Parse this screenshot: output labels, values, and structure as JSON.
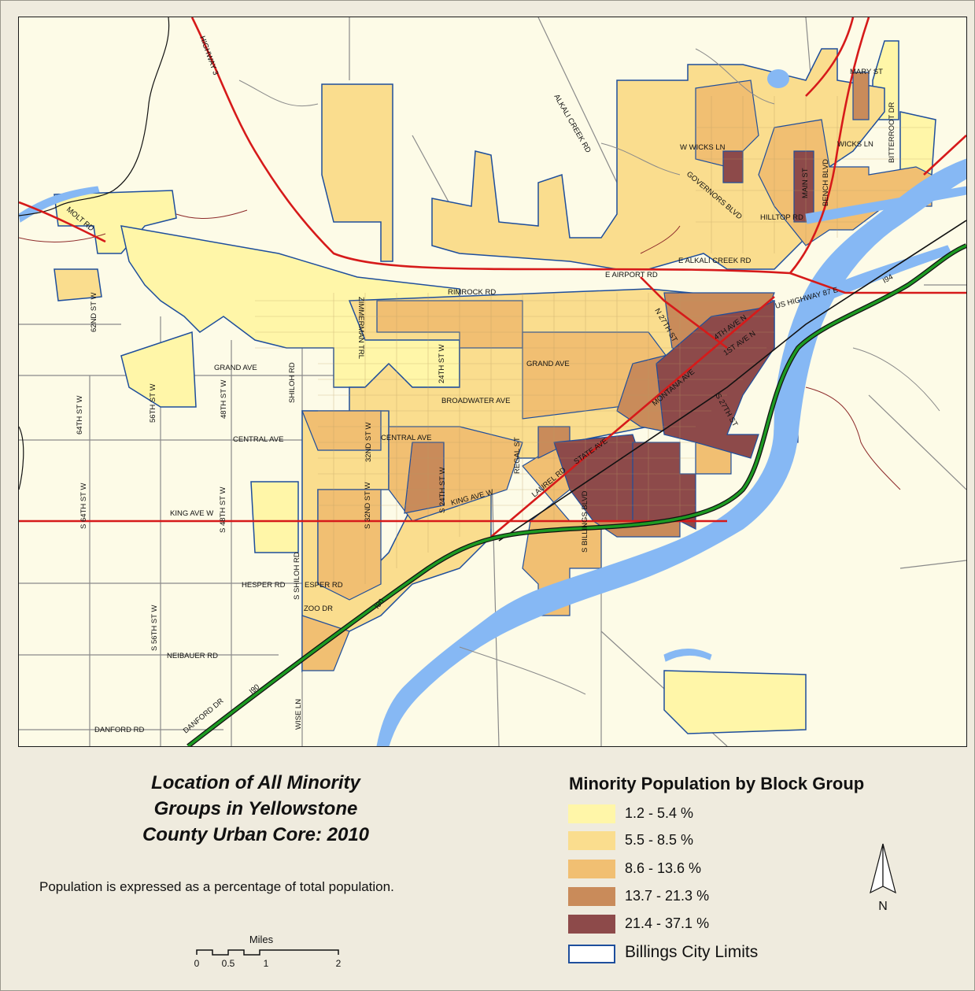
{
  "map": {
    "title_lines": [
      "Location of All Minority",
      "Groups in Yellowstone",
      "County Urban Core: 2010"
    ],
    "note": "Population is expressed as a percentage of total population.",
    "road_labels": {
      "highway3": "HIGHWAY 3",
      "alkali_creek": "ALKALI CREEK RD",
      "molt": "MOLT RD",
      "mary": "MARY ST",
      "w_wicks": "W WICKS LN",
      "wicks": "WICKS LN",
      "bitterroot": "BITTERROOT DR",
      "governors": "GOVERNORS BLVD",
      "main": "MAIN ST",
      "bench": "BENCH BLVD",
      "hilltop": "HILLTOP RD",
      "e_alkali": "E ALKALI CREEK RD",
      "e_airport": "E AIRPORT RD",
      "rimrock": "RIMROCK RD",
      "us87": "US HIGHWAY 87 E",
      "i94": "I94",
      "n27": "N 27TH ST",
      "fourth_ave": "4TH AVE N",
      "first_ave": "1ST AVE N",
      "zimmerman": "ZIMMERMAN TRL",
      "st62w": "62ND ST W",
      "grand_w": "GRAND AVE",
      "grand_e": "GRAND AVE",
      "shiloh": "SHILOH RD",
      "st24w": "24TH ST W",
      "broadwater": "BROADWATER AVE",
      "montana": "MONTANA AVE",
      "st64w": "64TH ST W",
      "st56w": "56TH ST W",
      "st48w": "48TH ST W",
      "central_w": "CENTRAL AVE",
      "central_e": "CENTRAL AVE",
      "st32w": "32ND ST W",
      "s27": "S 27TH ST",
      "regal": "REGAL ST",
      "state": "STATE AVE",
      "laurel": "LAUREL RD",
      "s64w": "S 64TH ST W",
      "s48w": "S 48TH ST W",
      "king_w": "KING AVE W",
      "s32w": "S 32ND ST W",
      "s24w": "S 24TH ST W",
      "king_e": "KING AVE W",
      "s_billings": "S BILLINGS BLVD",
      "hesper": "HESPER RD",
      "s_shiloh": "S SHILOH RD",
      "esper": "ESPER RD",
      "i90a": "I90",
      "zoo": "ZOO DR",
      "s56w": "S 56TH ST W",
      "neibauer": "NEIBAUER RD",
      "i90b": "I90",
      "danford": "DANFORD DR",
      "wise": "WISE LN",
      "danford_rd": "DANFORD RD"
    }
  },
  "legend": {
    "title": "Minority Population by Block Group",
    "classes": [
      {
        "label": "1.2 - 5.4 %",
        "color": "#fff6a8"
      },
      {
        "label": "5.5 - 8.5 %",
        "color": "#fadd8e"
      },
      {
        "label": "8.6 - 13.6 %",
        "color": "#f1bf72"
      },
      {
        "label": "13.7 - 21.3 %",
        "color": "#c98b5a"
      },
      {
        "label": "21.4 - 37.1 %",
        "color": "#8d4a4a"
      }
    ],
    "city_limits_label": "Billings City Limits",
    "city_limits_color": "#1e4e9c"
  },
  "scale_bar": {
    "unit": "Miles",
    "ticks": [
      "0",
      "0.5",
      "1",
      "2"
    ]
  },
  "north_arrow": {
    "label": "N"
  },
  "colors": {
    "river": "#86b8f4",
    "highway": "#d61a1a",
    "interstate": "#1d9a22",
    "railroad": "#111111",
    "road": "#8a8a8a"
  }
}
